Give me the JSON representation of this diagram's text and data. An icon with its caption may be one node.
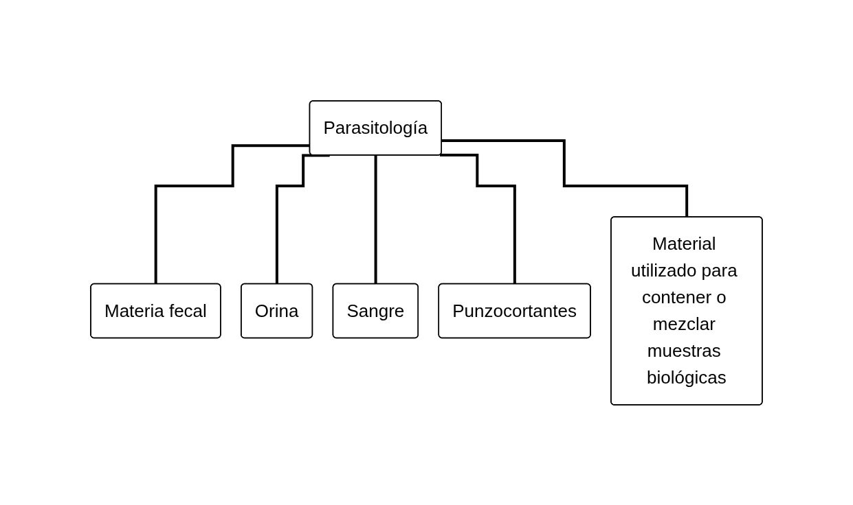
{
  "diagram": {
    "nodes": [
      {
        "text": [
          "Parasitología"
        ]
      },
      {
        "text": [
          "Materia fecal"
        ]
      },
      {
        "text": [
          "Orina"
        ]
      },
      {
        "text": [
          "Sangre"
        ]
      },
      {
        "text": [
          "Punzocortantes"
        ]
      },
      {
        "text": [
          "Material utilizado para contener o mezclar muestras biológicas"
        ]
      }
    ],
    "edges": [
      {
        "from": 0,
        "to": 1,
        "arrow": "none"
      },
      {
        "from": 0,
        "to": 2,
        "arrow": "none"
      },
      {
        "from": 0,
        "to": 3,
        "arrow": "none"
      },
      {
        "from": 0,
        "to": 4,
        "arrow": "none"
      },
      {
        "from": 0,
        "to": 5,
        "arrow": "none"
      }
    ]
  }
}
